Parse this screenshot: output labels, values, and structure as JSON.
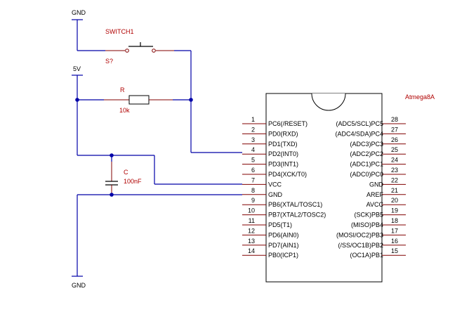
{
  "labels": {
    "gnd_top": "GND",
    "gnd_bottom": "GND",
    "vcc": "5V",
    "switch_name": "SWITCH1",
    "switch_ref": "S?",
    "res_name": "R",
    "res_value": "10k",
    "cap_name": "C",
    "cap_value": "100nF",
    "chip_name": "Atmega8A"
  },
  "left_pins": [
    {
      "num": "1",
      "name": "PC6(/RESET)"
    },
    {
      "num": "2",
      "name": "PD0(RXD)"
    },
    {
      "num": "3",
      "name": "PD1(TXD)"
    },
    {
      "num": "4",
      "name": "PD2(INT0)"
    },
    {
      "num": "5",
      "name": "PD3(INT1)"
    },
    {
      "num": "6",
      "name": "PD4(XCK/T0)"
    },
    {
      "num": "7",
      "name": "VCC"
    },
    {
      "num": "8",
      "name": "GND"
    },
    {
      "num": "9",
      "name": "PB6(XTAL/TOSC1)"
    },
    {
      "num": "10",
      "name": "PB7(XTAL2/TOSC2)"
    },
    {
      "num": "11",
      "name": "PD5(T1)"
    },
    {
      "num": "12",
      "name": "PD6(AIN0)"
    },
    {
      "num": "13",
      "name": "PD7(AIN1)"
    },
    {
      "num": "14",
      "name": "PB0(ICP1)"
    }
  ],
  "right_pins": [
    {
      "num": "28",
      "name": "(ADC5/SCL)PC5"
    },
    {
      "num": "27",
      "name": "(ADC4/SDA)PC4"
    },
    {
      "num": "26",
      "name": "(ADC3)PC3"
    },
    {
      "num": "25",
      "name": "(ADC2)PC2"
    },
    {
      "num": "24",
      "name": "(ADC1)PC1"
    },
    {
      "num": "23",
      "name": "(ADC0)PC0"
    },
    {
      "num": "22",
      "name": "GND"
    },
    {
      "num": "21",
      "name": "AREF"
    },
    {
      "num": "20",
      "name": "AVCC"
    },
    {
      "num": "19",
      "name": "(SCK)PB5"
    },
    {
      "num": "18",
      "name": "(MISO)PB4"
    },
    {
      "num": "17",
      "name": "(MOSI/OC2)PB3"
    },
    {
      "num": "16",
      "name": "(/SS/OC1B)PB2"
    },
    {
      "num": "15",
      "name": "(OC1A)PB1"
    }
  ],
  "colors": {
    "wire": "#0000a8",
    "label": "#b00000",
    "pin": "#800000",
    "body": "#000000"
  }
}
